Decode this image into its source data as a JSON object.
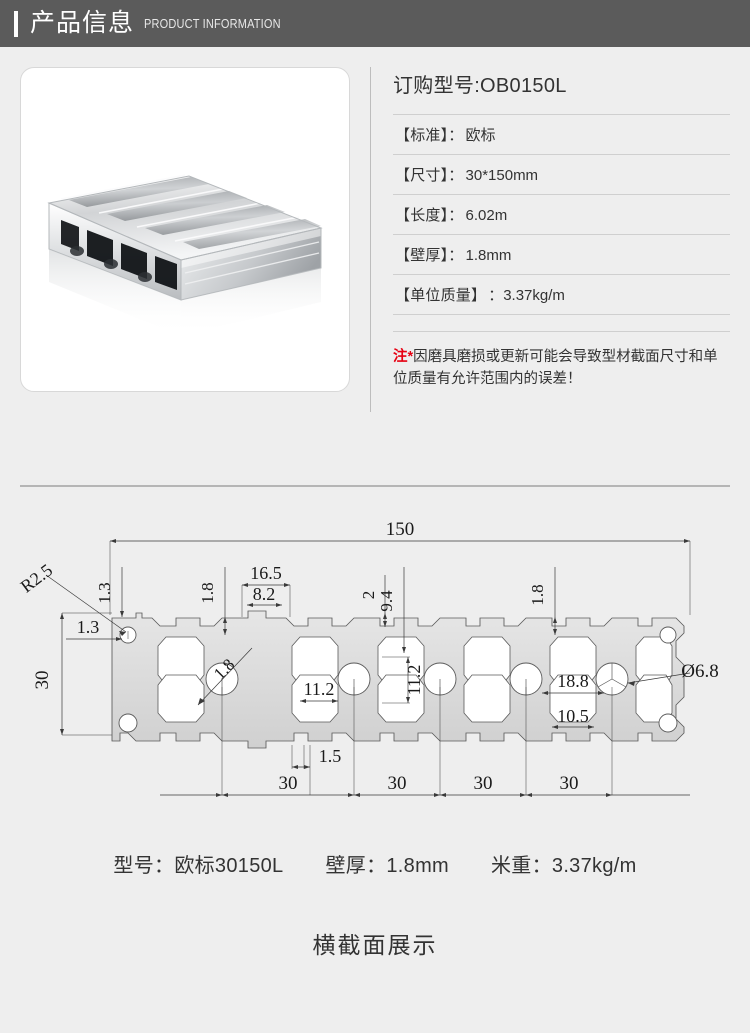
{
  "header": {
    "title_cn": "产品信息",
    "title_en": "PRODUCT INFORMATION"
  },
  "product_photo": {
    "alt_name": "aluminum-extrusion-profile-photo"
  },
  "specs": {
    "order_model": "订购型号:OB0150L",
    "rows": [
      {
        "label": "【标准】：",
        "value": "欧标"
      },
      {
        "label": "【尺寸】：",
        "value": "30*150mm"
      },
      {
        "label": "【长度】：",
        "value": "6.02m"
      },
      {
        "label": "【壁厚】：",
        "value": "1.8mm"
      },
      {
        "label": "【单位质量】",
        "value": "：3.37kg/m"
      }
    ],
    "note_tag": "注*",
    "note_text": "因磨具磨损或更新可能会导致型材截面尺寸和单位质量有允许范围内的误差！"
  },
  "drawing": {
    "overall_width": "150",
    "overall_height": "30",
    "labels": {
      "radius": "R2.5",
      "top_left_wall": "1.3",
      "left_wall": "1.3",
      "wall_top": "1.8",
      "slot_outer": "16.5",
      "slot_opening": "8.2",
      "slot_lip": "2",
      "center_height": "9.4",
      "diag_wall": "1.8",
      "cavity_width": "11.2",
      "cavity_height": "11.2",
      "web_thickness": "1.5",
      "right_wall_top": "1.8",
      "inner_span": "18.8",
      "inner_gap": "10.5",
      "bore_diameter": "Ø6.8",
      "pitch": [
        "30",
        "30",
        "30",
        "30"
      ]
    }
  },
  "bottom": {
    "model": "型号：欧标30150L",
    "wall_thickness": "壁厚：1.8mm",
    "weight_per_meter": "米重：3.37kg/m",
    "cross_section_title": "横截面展示"
  },
  "colors": {
    "header_bg": "#5b5b5b",
    "page_bg": "#eeeeee",
    "note_red": "#e60012",
    "divider": "#b5b5b5"
  }
}
